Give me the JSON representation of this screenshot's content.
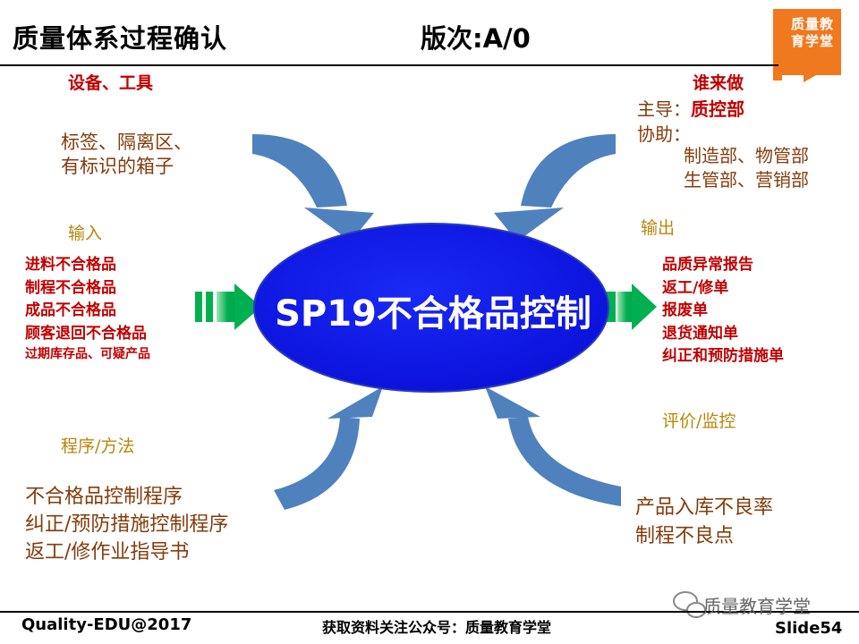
{
  "header": {
    "title": "质量体系过程确认",
    "version": "版次:A/0"
  },
  "logo": {
    "text": "质量教育学堂",
    "color": "#f0781e"
  },
  "center": {
    "label": "SP19不合格品控制",
    "fill": "#0a14e6"
  },
  "equipment": {
    "heading": "设备、工具",
    "lines": [
      "标签、隔离区、",
      "有标识的箱子"
    ]
  },
  "who": {
    "heading": "谁来做",
    "lead_label": "主导：",
    "lead_value": "质控部",
    "assist_label": "协助：",
    "assist_lines": [
      "制造部、物管部",
      "生管部、营销部"
    ]
  },
  "inputs": {
    "heading": "输入",
    "items": [
      "进料不合格品",
      "制程不合格品",
      "成品不合格品",
      "顾客退回不合格品"
    ],
    "small_item": "过期库存品、可疑产品"
  },
  "outputs": {
    "heading": "输出",
    "items": [
      "品质异常报告",
      "返工/修单",
      "报废单",
      "退货通知单",
      "纠正和预防措施单"
    ]
  },
  "procedures": {
    "heading": "程序/方法",
    "lines": [
      "不合格品控制程序",
      "纠正/预防措施控制程序",
      "返工/修作业指导书"
    ]
  },
  "evaluation": {
    "heading": "评价/监控",
    "lines": [
      "产品入库不良率",
      "制程不良点"
    ]
  },
  "colors": {
    "arrow_blue": "#4f81bd",
    "input_arrow_green": "#00b050",
    "heading_red": "#c00000",
    "heading_gold": "#b8860b",
    "text_brown": "#843c0c"
  },
  "footer": {
    "left": "Quality-EDU@2017",
    "center": "获取资料关注公众号：质量教育学堂",
    "wechat": "质量教育学堂",
    "slide": "Slide54"
  }
}
